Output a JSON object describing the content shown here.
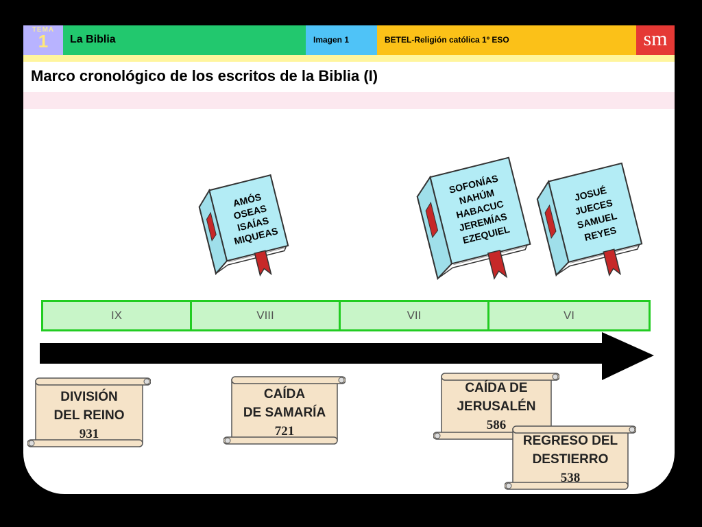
{
  "header": {
    "tema_label": "TEMA",
    "tema_number": "1",
    "section": "La Biblia",
    "image_label": "Imagen 1",
    "course": "BETEL-Religión católica 1º ESO",
    "publisher_logo": "sm"
  },
  "title": "Marco cronológico de los escritos de la Biblia (I)",
  "books": [
    {
      "lines": [
        "AMÓS",
        "OSEAS",
        "ISAÍAS",
        "MIQUEAS"
      ]
    },
    {
      "lines": [
        "SOFONÍAS",
        "NAHÚM",
        "HABACUC",
        "JEREMÍAS",
        "EZEQUIEL"
      ]
    },
    {
      "lines": [
        "JOSUÉ",
        "JUECES",
        "SAMUEL",
        "REYES"
      ]
    }
  ],
  "centuries": [
    "IX",
    "VIII",
    "VII",
    "VI"
  ],
  "events": [
    {
      "line1": "DIVISIÓN",
      "line2": "DEL REINO",
      "year": "931"
    },
    {
      "line1": "CAÍDA",
      "line2": "DE SAMARÍA",
      "year": "721"
    },
    {
      "line1": "CAÍDA DE",
      "line2": "JERUSALÉN",
      "year": "586"
    },
    {
      "line1": "REGRESO DEL",
      "line2": "DESTIERRO",
      "year": "538"
    }
  ],
  "colors": {
    "tema": "#b8b3ff",
    "section": "#22c86e",
    "image": "#4fc3f7",
    "course": "#fbc118",
    "logo": "#e53935",
    "timeline_fill": "#c8f5c8",
    "timeline_border": "#22cc22",
    "book_cover": "#b3ecf5",
    "ribbon": "#c62828",
    "scroll": "#f5e3c8"
  }
}
